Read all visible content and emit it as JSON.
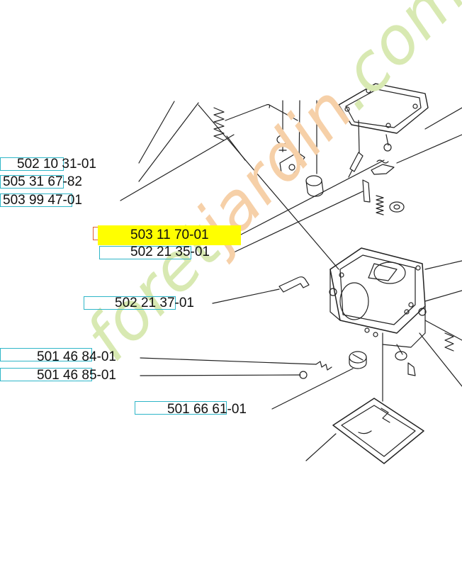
{
  "watermark": {
    "main": "foret",
    "accent": "jardin",
    "suffix": ".com"
  },
  "highlight_color": "#ffff00",
  "box_color": "#2fb6c8",
  "parts": [
    {
      "id": "p1",
      "number": "502 10 31-01",
      "highlighted": false
    },
    {
      "id": "p2",
      "number": "505 31 67-82",
      "highlighted": false
    },
    {
      "id": "p3",
      "number": "503 99 47-01",
      "highlighted": false
    },
    {
      "id": "p4",
      "number": "503 11 70-01",
      "highlighted": true
    },
    {
      "id": "p5",
      "number": "502 21 35-01",
      "highlighted": false
    },
    {
      "id": "p6",
      "number": "502 21 37-01",
      "highlighted": false
    },
    {
      "id": "p7",
      "number": "501 46 84-01",
      "highlighted": false
    },
    {
      "id": "p8",
      "number": "501 46 85-01",
      "highlighted": false
    },
    {
      "id": "p9",
      "number": "501 66 61-01",
      "highlighted": false
    }
  ]
}
